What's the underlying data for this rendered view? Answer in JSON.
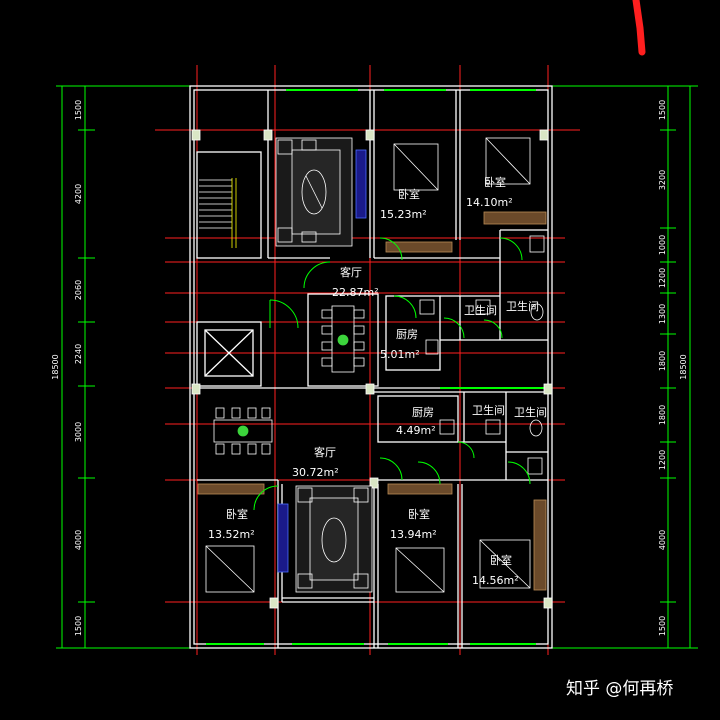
{
  "left_dims": [
    "1500",
    "4200",
    "2060",
    "2240",
    "3000",
    "4000",
    "1500"
  ],
  "left_total": "18500",
  "right_dims": [
    "1500",
    "3200",
    "1000",
    "1200",
    "1300",
    "1800",
    "1800",
    "1200",
    "4000",
    "1500"
  ],
  "right_total": "18500",
  "rooms": {
    "bed1": {
      "name": "卧室",
      "area": "15.23m²"
    },
    "bed2": {
      "name": "卧室",
      "area": "14.10m²"
    },
    "living_upper": {
      "name": "客厅",
      "area": "22.87m²"
    },
    "kitchen_upper": {
      "name": "厨房",
      "area": "5.01m²"
    },
    "bath_upper_a": {
      "name": "卫生间"
    },
    "bath_upper_b": {
      "name": "卫生间"
    },
    "kitchen_lower": {
      "name": "厨房",
      "area": "4.49m²"
    },
    "bath_lower_a": {
      "name": "卫生间"
    },
    "bath_lower_b": {
      "name": "卫生间"
    },
    "living_lower": {
      "name": "客厅",
      "area": "30.72m²"
    },
    "bed3": {
      "name": "卧室",
      "area": "13.52m²"
    },
    "bed4": {
      "name": "卧室",
      "area": "13.94m²"
    },
    "bed5": {
      "name": "卧室",
      "area": "14.56m²"
    }
  },
  "watermark": "知乎 @何再桥",
  "colors": {
    "grid_red": "#ff1f1f",
    "dim_green": "#00ff00",
    "wall_white": "#ffffff",
    "door_green": "#00ff00",
    "background": "#000000"
  }
}
